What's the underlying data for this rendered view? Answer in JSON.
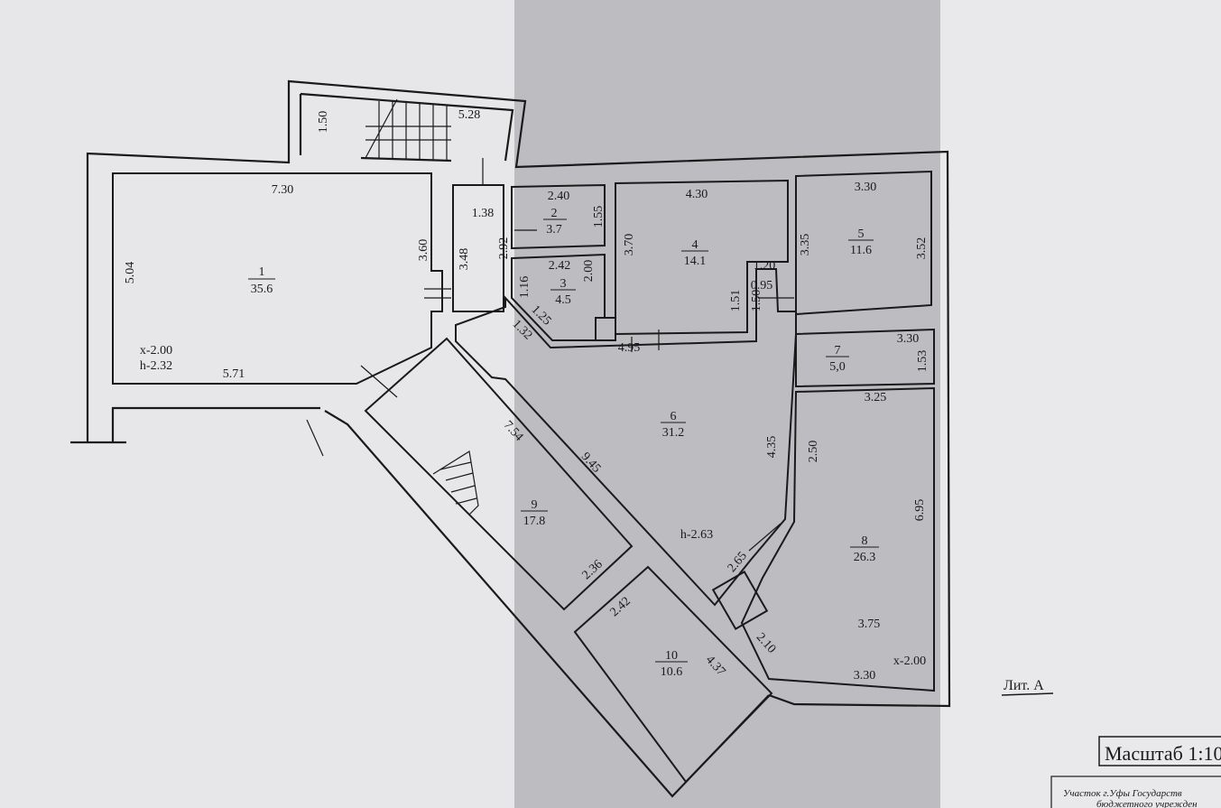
{
  "rooms": [
    {
      "number": "1",
      "area": "35.6"
    },
    {
      "number": "2",
      "area": "3.7"
    },
    {
      "number": "3",
      "area": "4.5"
    },
    {
      "number": "4",
      "area": "14.1"
    },
    {
      "number": "5",
      "area": "11.6"
    },
    {
      "number": "6",
      "area": "31.2"
    },
    {
      "number": "7",
      "area": "5,0"
    },
    {
      "number": "8",
      "area": "26.3"
    },
    {
      "number": "9",
      "area": "17.8"
    },
    {
      "number": "10",
      "area": "10.6"
    }
  ],
  "dimensions": [
    "1.50",
    "5.28",
    "7.30",
    "5.04",
    "3.60",
    "3.48",
    "1.38",
    "5.71",
    "2.40",
    "1.55",
    "2.92",
    "2.42",
    "2.00",
    "1.16",
    "1.25",
    "1.32",
    "4.30",
    "3.70",
    "1.20",
    "1.51",
    "4.95",
    "3.30",
    "3.35",
    "3.52",
    "0.95",
    "1.50",
    "3.30",
    "1.53",
    "3.25",
    "4.35",
    "2.50",
    "6.95",
    "7.54",
    "9.45",
    "2.36",
    "2.65",
    "2.42",
    "4.37",
    "2.10",
    "3.75",
    "3.30"
  ],
  "annotations": {
    "room1_x": "x-2.00",
    "room1_h": "h-2.32",
    "hall_h": "h-2.63",
    "room8_x": "x-2.00",
    "liter": "Лит. А",
    "scale": "Масштаб 1:10",
    "stamp_line1": "Участок г.Уфы     Государств",
    "stamp_line2": "бюджетного учрежден"
  }
}
